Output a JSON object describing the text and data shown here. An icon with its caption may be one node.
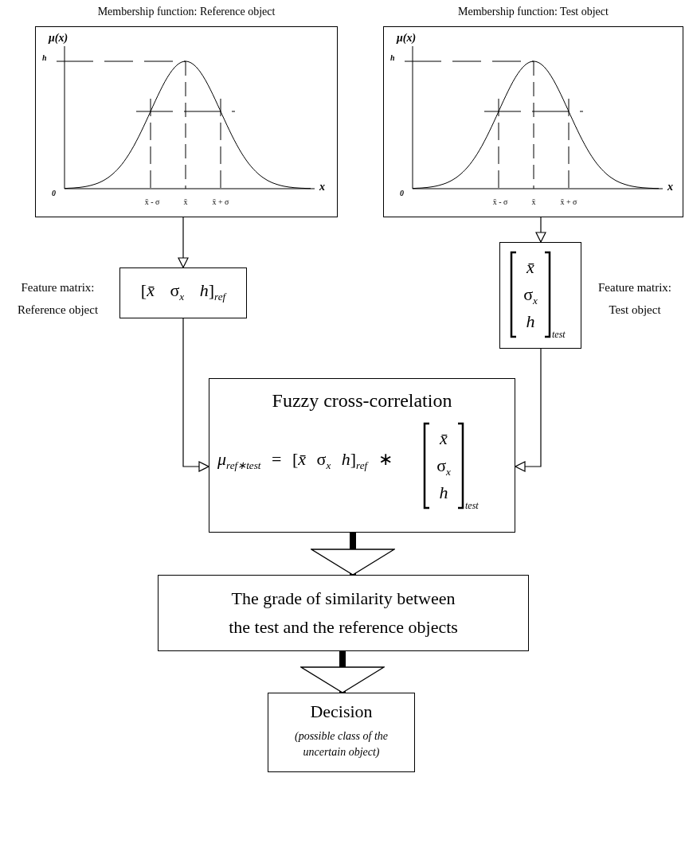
{
  "diagram": {
    "nodes": [
      {
        "text": [
          "Membership function: Reference object",
          "μ(x)",
          "h",
          "0",
          "x",
          "x̄ - σ",
          "x̄",
          "x̄ + σ"
        ]
      },
      {
        "text": [
          "Membership function: Test object",
          "μ(x)",
          "h",
          "0",
          "x",
          "x̄ - σ",
          "x̄",
          "x̄ + σ"
        ]
      },
      {
        "text": [
          "[*x̄* σ$_{x}$ *h*]$_{ref}$"
        ],
        "beside": [
          "Feature matrix: Reference object"
        ]
      },
      {
        "text": [
          "*x̄*",
          "σ$_{x}$",
          "*h*",
          "test"
        ],
        "beside": [
          "Feature matrix: Test object"
        ]
      },
      {
        "text": [
          "Fuzzy cross-correlation",
          "*μ*$_{ref∗test}$ = [*x̄* σ$_{x}$ *h*]$_{ref}$ ∗",
          "*x̄*",
          "σ$_{x}$",
          "*h*",
          "test"
        ]
      },
      {
        "text": [
          "The grade of similarity between the test and the reference objects"
        ]
      },
      {
        "text": [
          "Decision",
          "(possible class of the uncertain object)"
        ]
      }
    ],
    "edges": [
      {
        "from": 0,
        "to": 2,
        "arrow": "to"
      },
      {
        "from": 1,
        "to": 3,
        "arrow": "to"
      },
      {
        "from": 2,
        "to": 4,
        "arrow": "to"
      },
      {
        "from": 3,
        "to": 4,
        "arrow": "to"
      },
      {
        "from": 4,
        "to": 5,
        "arrow": "to",
        "style": "thick"
      },
      {
        "from": 5,
        "to": 6,
        "arrow": "to",
        "style": "thick"
      }
    ]
  }
}
